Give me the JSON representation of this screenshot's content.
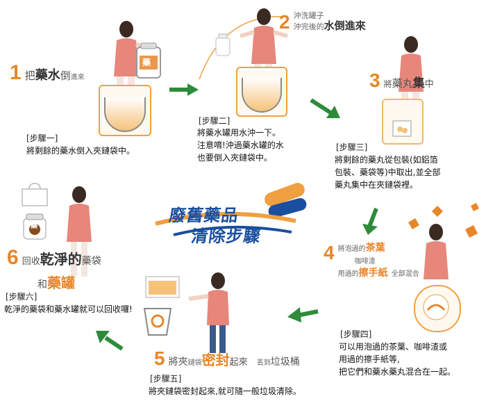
{
  "center": {
    "line1": "廢舊藥品",
    "line2": "清除步驟"
  },
  "step1": {
    "num": "1",
    "title_a": "把",
    "title_b": "藥水",
    "title_c": "倒",
    "title_d": "進來",
    "label": "[步驟一]",
    "text": "將剩餘的藥水倒入夾鏈袋中。",
    "bottle_label": "藥"
  },
  "step2": {
    "num": "2",
    "title_line1": "沖洗罐子",
    "title_line2a": "沖完後的",
    "title_line2b": "水倒進來",
    "label": "[步驟二]",
    "text": [
      "將藥水罐用水沖一下。",
      "注意唷!沖過藥水罐的水",
      "也要倒入夾鏈袋中。"
    ]
  },
  "step3": {
    "num": "3",
    "title_a": "將",
    "title_b": "藥丸",
    "title_c": "集",
    "title_d": "中",
    "label": "[步驟三]",
    "text": [
      "將剩餘的藥丸從包裝(如鋁箔",
      "包裝、藥袋等)中取出,並全部",
      "藥丸集中在夾鏈袋裡。"
    ]
  },
  "step4": {
    "num": "4",
    "title_a": "將泡過的",
    "title_b": "茶葉",
    "title_c": "咖啡渣",
    "title_d": "用過的",
    "title_e": "擦手紙",
    "title_f": "全部混合",
    "label": "[步驟四]",
    "text": [
      "可以用泡過的茶葉、咖啡渣或",
      "用過的擦手紙等,",
      "把它們和藥水藥丸混合在一起。"
    ]
  },
  "step5": {
    "num": "5",
    "title_a": "將夾",
    "title_b": "鏈袋",
    "title_c": "密封",
    "title_d": "起來",
    "title_e": "丟到",
    "title_f": "垃圾桶",
    "label": "[步驟五]",
    "text": "將夾鏈袋密封起來,就可隨一般垃圾清除。"
  },
  "step6": {
    "num": "6",
    "title_a": "回收",
    "title_b": "乾淨的",
    "title_c": "藥袋",
    "title_d": "和",
    "title_e": "藥罐",
    "label": "[步驟六]",
    "text": "乾淨的藥袋和藥水罐就可以回收囉!",
    "jar_label": "藥"
  },
  "colors": {
    "orange": "#e8862a",
    "green": "#2e8b3a",
    "blue": "#1a4fa0",
    "pink": "#e7867a"
  }
}
